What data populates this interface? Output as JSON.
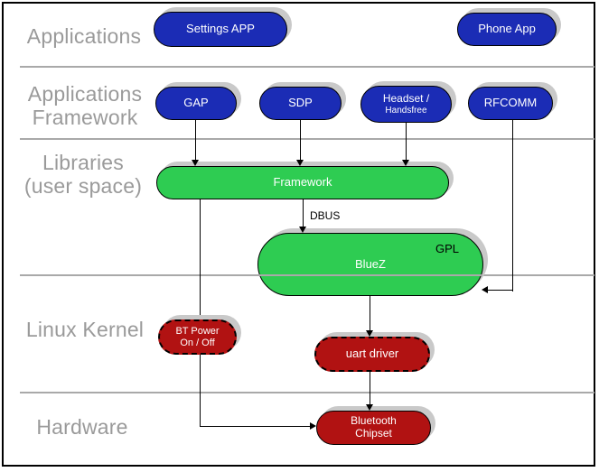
{
  "diagram": {
    "layers": {
      "applications": {
        "label": "Applications"
      },
      "applications_framework": {
        "line1": "Applications",
        "line2": "Framework"
      },
      "libraries": {
        "line1": "Libraries",
        "line2": "(user space)"
      },
      "linux_kernel": {
        "label": "Linux Kernel"
      },
      "hardware": {
        "label": "Hardware"
      }
    },
    "nodes": {
      "settings_app": {
        "label": "Settings APP"
      },
      "phone_app": {
        "label": "Phone App"
      },
      "gap": {
        "label": "GAP"
      },
      "sdp": {
        "label": "SDP"
      },
      "headset_handsfree": {
        "line1": "Headset /",
        "line2": "Handsfree"
      },
      "rfcomm": {
        "label": "RFCOMM"
      },
      "framework": {
        "label": "Framework"
      },
      "bluez": {
        "label": "BlueZ",
        "badge": "GPL"
      },
      "bt_power": {
        "line1": "BT Power",
        "line2": "On / Off"
      },
      "uart_driver": {
        "label": "uart driver"
      },
      "bluetooth_chipset": {
        "line1": "Bluetooth",
        "line2": "Chipset"
      }
    },
    "edge_labels": {
      "dbus": "DBUS"
    },
    "colors": {
      "application_node": "#1b2cb5",
      "userspace_node": "#2ecc52",
      "kernel_node": "#b11212",
      "node_text": "#ffffff",
      "layer_label": "#9a9a9a",
      "divider": "#a9a9a9",
      "shadow": "#c9c9c9",
      "connector": "#000000"
    }
  }
}
